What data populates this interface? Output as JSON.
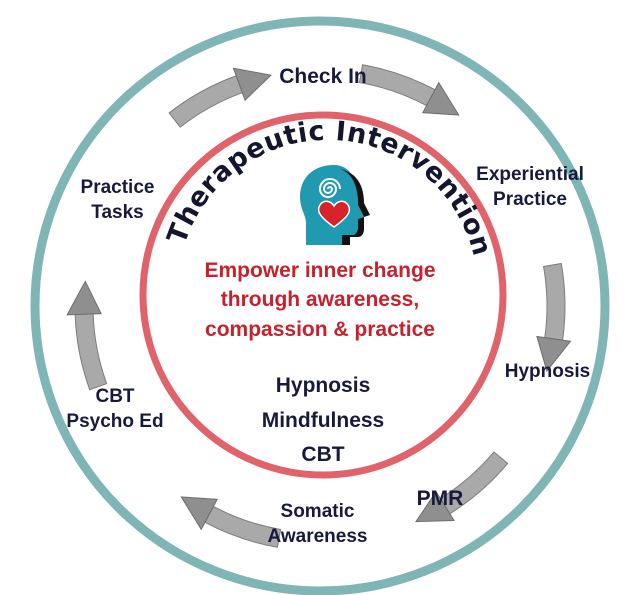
{
  "diagram": {
    "arc_title": "Therapeutic Intervention",
    "center_tagline": [
      "Empower inner change",
      "through  awareness,",
      "compassion & practice"
    ],
    "center_modalities": [
      "Hypnosis",
      "Mindfulness",
      "CBT"
    ],
    "cycle_steps": [
      {
        "lines": [
          "Check In"
        ]
      },
      {
        "lines": [
          "Experiential",
          "Practice"
        ]
      },
      {
        "lines": [
          "Hypnosis"
        ]
      },
      {
        "lines": [
          "PMR"
        ]
      },
      {
        "lines": [
          "Somatic",
          "Awareness"
        ]
      },
      {
        "lines": [
          "CBT",
          "Psycho Ed"
        ]
      },
      {
        "lines": [
          "Practice",
          "Tasks"
        ]
      }
    ],
    "colors": {
      "outer_ring": "#7fb5b5",
      "inner_ring": "#e0626b",
      "tagline": "#c8202c",
      "text": "#171a3a",
      "arrows": "#9a9a9a",
      "head_icon": "#1f9ab0",
      "heart_icon": "#d8232a"
    },
    "icons": [
      "head-profile-icon",
      "spiral-icon",
      "heart-icon",
      "cycle-arrow-icon"
    ]
  }
}
